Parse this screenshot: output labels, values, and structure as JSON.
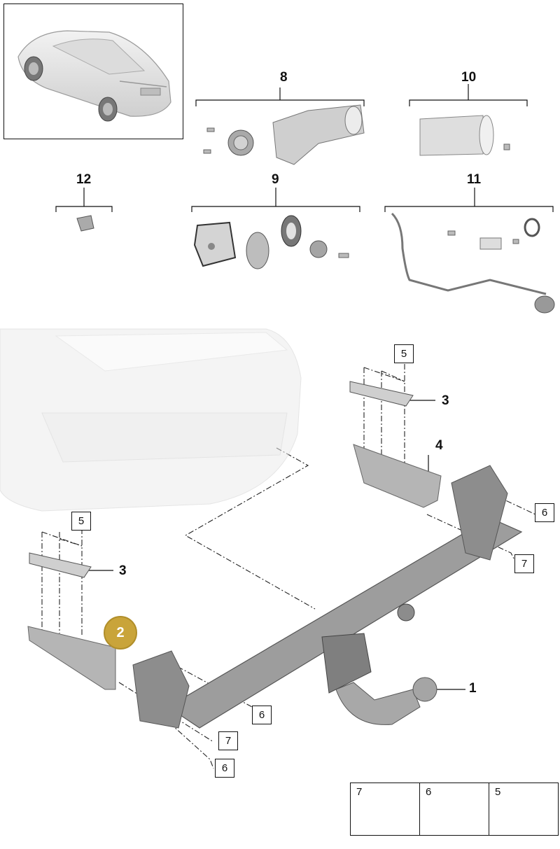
{
  "thumbnail": {
    "icon": "car-rear-view-icon"
  },
  "groups": [
    {
      "id": "group-8",
      "label": "8",
      "icon": "sprocket-and-adapter-icon"
    },
    {
      "id": "group-10",
      "label": "10",
      "icon": "sleeve-and-bolt-icon"
    },
    {
      "id": "group-12",
      "label": "12",
      "icon": "clip-icon"
    },
    {
      "id": "group-9",
      "label": "9",
      "icon": "cover-and-wheel-icon"
    },
    {
      "id": "group-11",
      "label": "11",
      "icon": "wiring-harness-icon"
    }
  ],
  "main_labels": {
    "part1": "1",
    "part3_top": "3",
    "part3_left": "3",
    "part4": "4"
  },
  "boxed_labels": {
    "top5": "5",
    "left5": "5",
    "right6": "6",
    "right7": "7",
    "bottom6a": "6",
    "bottom7": "7",
    "bottom6b": "6"
  },
  "highlight": {
    "label": "2",
    "color": "#c9a43a"
  },
  "legend": [
    {
      "label": "7",
      "icon": "bolt-7-icon"
    },
    {
      "label": "6",
      "icon": "bolt-6-icon"
    },
    {
      "label": "5",
      "icon": "bolt-5-icon"
    }
  ]
}
